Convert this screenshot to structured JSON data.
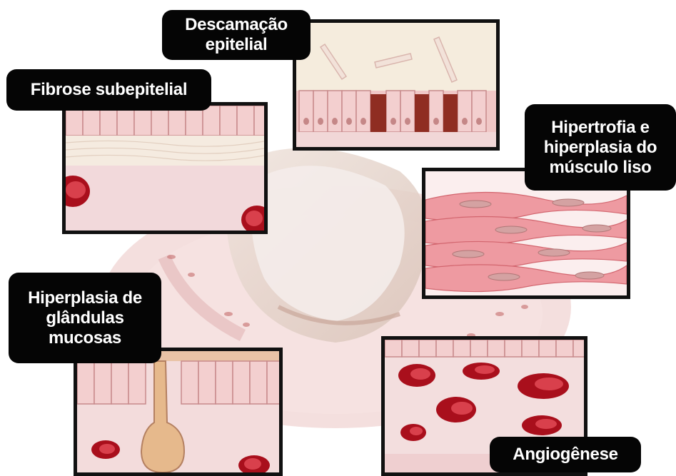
{
  "labels": {
    "descamacao": "Descamação epitelial",
    "fibrose": "Fibrose subepitelial",
    "hipertrofia": "Hipertrofia e hiperplasia do músculo liso",
    "glandulas": "Hiperplasia de glândulas mucosas",
    "angiogenese": "Angiogênese"
  },
  "colors": {
    "label_bg": "#050505",
    "label_text": "#ffffff",
    "panel_border": "#111111",
    "tissue_pink": "#f3d4d4",
    "vessel_red": "#b0101e",
    "muscle_red": "#e98f96"
  }
}
